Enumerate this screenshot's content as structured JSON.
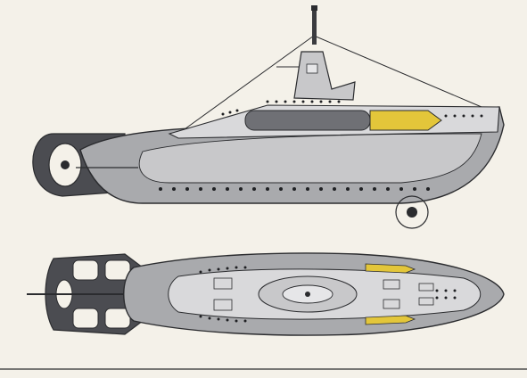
{
  "figure": {
    "kind": "submarine technical drawing",
    "views": [
      "side-profile",
      "top-plan"
    ],
    "colors": {
      "background": "#f4f1e9",
      "hull_light": "#c8c8ca",
      "hull_mid": "#a9aaad",
      "hull_dark": "#6f7075",
      "outline": "#2b2c2f",
      "deck": "#d9d9db",
      "accent_yellow": "#e3c63a",
      "portholes": "#1f2023"
    }
  }
}
